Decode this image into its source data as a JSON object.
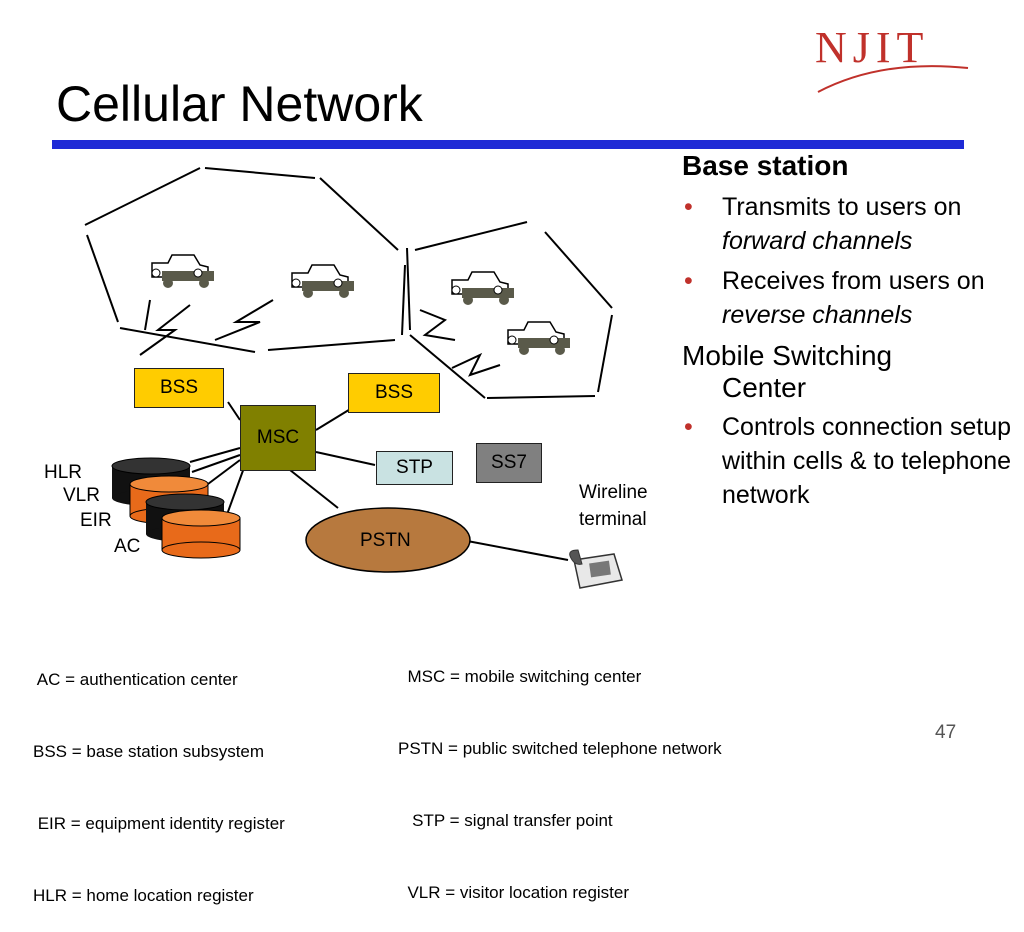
{
  "slide": {
    "title": "Cellular Network",
    "logo_text": "NJIT",
    "page_number": "47"
  },
  "colors": {
    "title_rule": "#1f2bd6",
    "logo": "#c0312b",
    "bss_fill": "#ffcc00",
    "msc_fill": "#808000",
    "stp_fill": "#c9e2e2",
    "ss7_fill": "#808080",
    "pstn_fill": "#b7793e",
    "db_orange": "#e86a1a"
  },
  "diagram": {
    "bss_left": "BSS",
    "bss_right": "BSS",
    "msc": "MSC",
    "stp": "STP",
    "ss7": "SS7",
    "pstn": "PSTN",
    "hlr": "HLR",
    "vlr": "VLR",
    "eir": "EIR",
    "ac": "AC",
    "wireline_line1": "Wireline",
    "wireline_line2": "terminal"
  },
  "legend_left": [
    " AC = authentication center",
    "BSS = base station subsystem",
    " EIR = equipment identity register",
    "HLR = home location register"
  ],
  "legend_right": [
    "  MSC = mobile switching center",
    "PSTN = public switched telephone network",
    "   STP = signal transfer point",
    "  VLR = visitor location register"
  ],
  "sidebar": {
    "heading1": "Base station",
    "b1_text": "Transmits to users on",
    "b1_italic": "forward channels",
    "b2_text": "Receives from users on",
    "b2_italic": "reverse channels",
    "heading2_line1": "Mobile Switching",
    "heading2_line2": "Center",
    "b3_text": "Controls connection setup within cells & to telephone network",
    "bullet_char": "•"
  }
}
